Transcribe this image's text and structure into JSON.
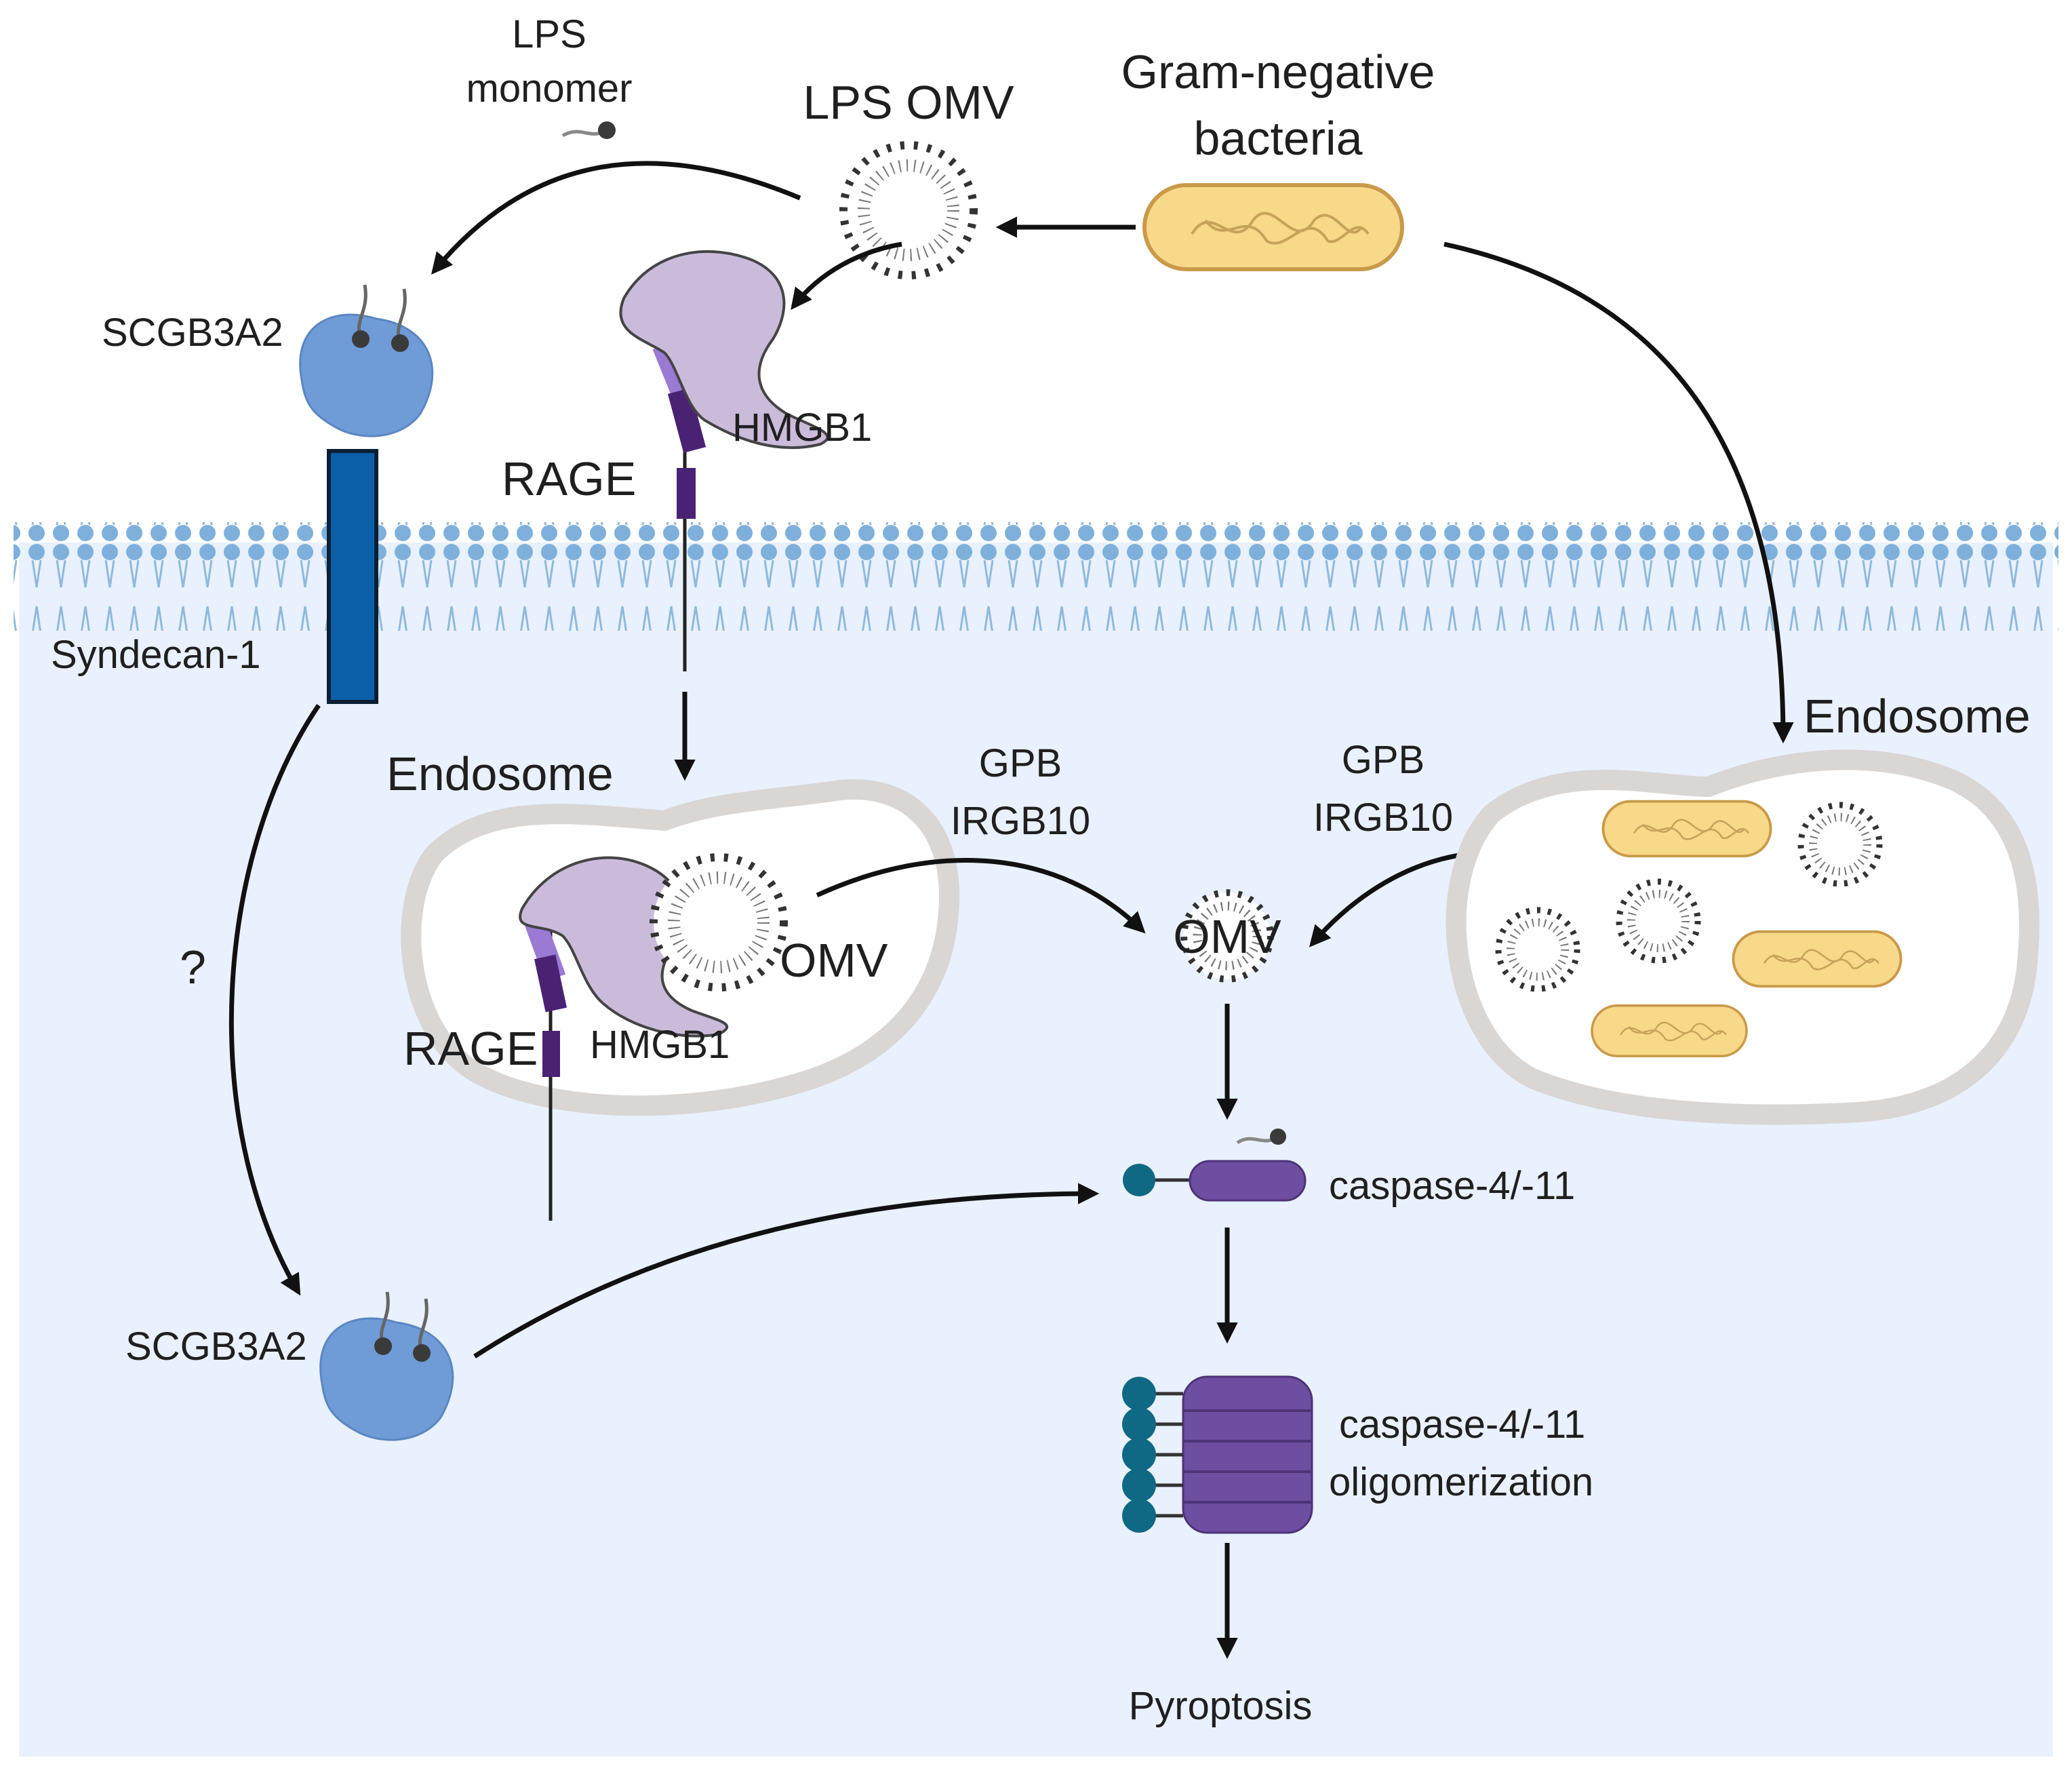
{
  "labels": {
    "lps_monomer_1": "LPS",
    "lps_monomer_2": "monomer",
    "lps_omv": "LPS OMV",
    "gram_negative_1": "Gram-negative",
    "gram_negative_2": "bacteria",
    "scgb3a2_top": "SCGB3A2",
    "hmgb1_top": "HMGB1",
    "rage_top": "RAGE",
    "syndecan": "Syndecan-1",
    "endosome_left": "Endosome",
    "endosome_right": "Endosome",
    "gpb_left_1": "GPB",
    "gpb_left_2": "IRGB10",
    "gpb_right_1": "GPB",
    "gpb_right_2": "IRGB10",
    "omv_endosome": "OMV",
    "omv_center": "OMV",
    "rage_endosome": "RAGE",
    "hmgb1_endosome": "HMGB1",
    "question": "?",
    "caspase": "caspase-4/-11",
    "scgb3a2_bottom": "SCGB3A2",
    "oligo_1": "caspase-4/-11",
    "oligo_2": "oligomerization",
    "pyroptosis": "Pyroptosis"
  },
  "colors": {
    "cytoplasm": "#e8f1fd",
    "membrane": "#7fb0dc",
    "scgb3a2": "#6f9bd6",
    "syndecan": "#0b5fa8",
    "hmgb1": "#cbbbdb",
    "rage": "#4a2274",
    "caspase": "#6e4ea0",
    "caspase_head": "#0f6884",
    "bacteria": "#f8d98a",
    "endosome_wall": "#d9d6d3"
  }
}
